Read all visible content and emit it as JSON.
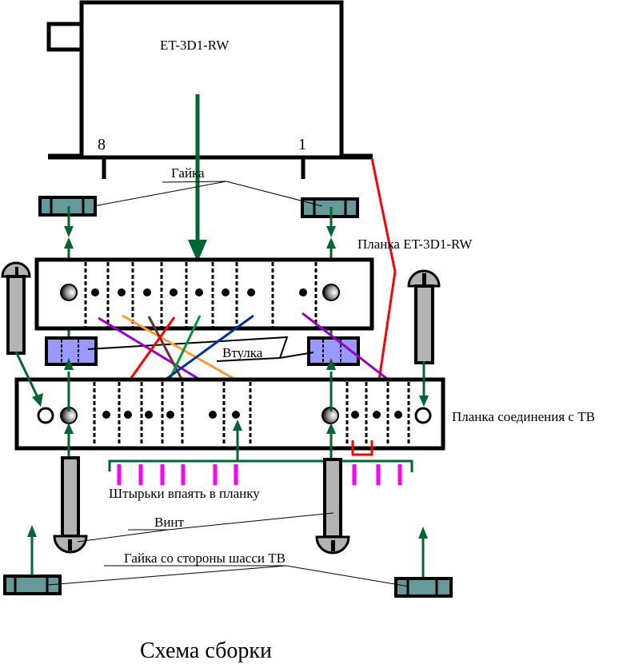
{
  "device": {
    "label": "ET-3D1-RW",
    "pin_left": "8",
    "pin_right": "1"
  },
  "labels": {
    "nut_top": "Гайка",
    "bar_top": "Планка ET-3D1-RW",
    "sleeve": "Втулка",
    "bar_bottom": "Планка соединения с ТВ",
    "pins": "Штырьки впаять в планку",
    "screw": "Винт",
    "nut_chassis": "Гайка со стороны шасси ТВ",
    "title": "Схема сборки"
  },
  "colors": {
    "outline": "#000000",
    "arrow": "#006633",
    "nut_fill": "#669999",
    "sleeve_fill": "#9999ff",
    "screw_fill": "#b3b3b3",
    "pin_fill": "#ff00ff",
    "red_wire": "#ff0000",
    "wires": [
      "#9900cc",
      "#ff9933",
      "#663333",
      "#ff0000",
      "#009933",
      "#003399",
      "#9900cc"
    ]
  }
}
